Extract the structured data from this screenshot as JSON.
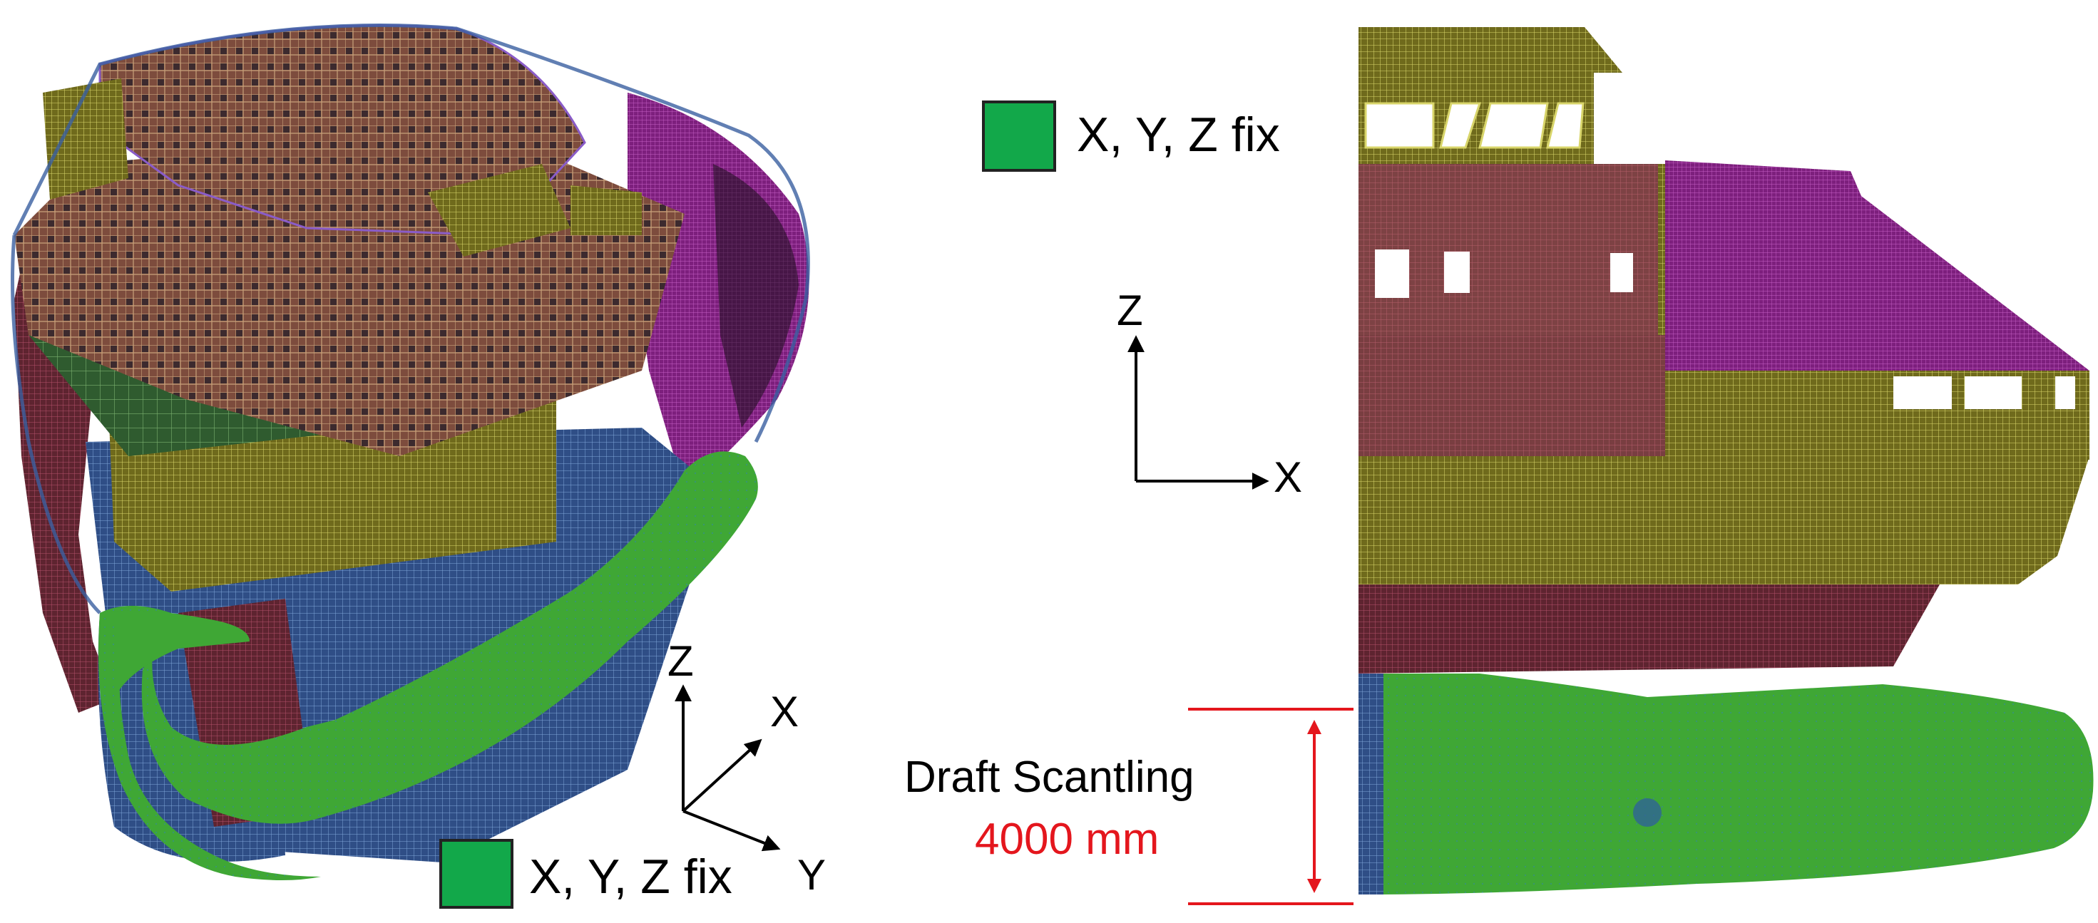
{
  "colors": {
    "fixed_boundary": "#12a84a",
    "boundary_green": "#3fa735",
    "mesh_brown": "#7a4a3a",
    "mesh_yellow": "#8f8f24",
    "mesh_magenta": "#8e2a8e",
    "mesh_red": "#7e2c36",
    "mesh_blue": "#3a5fa0",
    "dimension_red": "#e4161d"
  },
  "left_model": {
    "legend_text": "X, Y, Z fix",
    "axes": {
      "z": "Z",
      "x": "X",
      "y": "Y"
    }
  },
  "right_model": {
    "legend_text": "X, Y, Z fix",
    "axes": {
      "z": "Z",
      "x": "X"
    },
    "dimension": {
      "label": "Draft Scantling",
      "value_text": "4000 mm"
    }
  }
}
